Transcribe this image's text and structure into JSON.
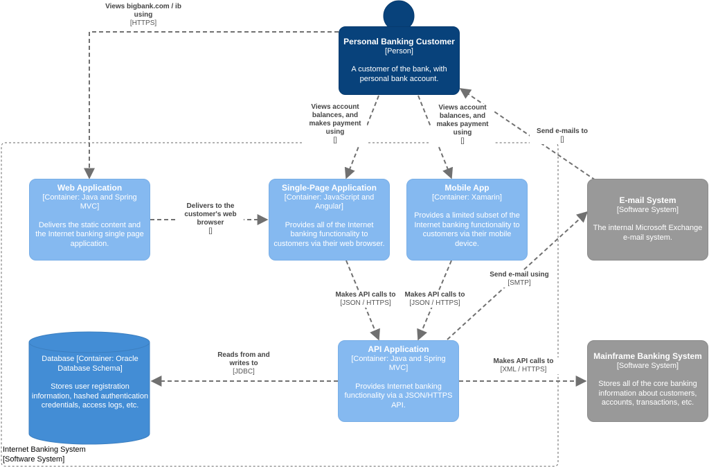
{
  "boundary": {
    "name": "Internet Banking System",
    "type": "[Software System]"
  },
  "person": {
    "name": "Personal Banking Customer",
    "type": "[Person]",
    "desc": "A customer of the bank, with personal bank account."
  },
  "web_app": {
    "name": "Web Application",
    "type": "[Container: Java and Spring MVC]",
    "desc": "Delivers the static content and the Internet banking single page application."
  },
  "spa": {
    "name": "Single-Page Application",
    "type": "[Container: JavaScript and Angular]",
    "desc": "Provides all of the Internet banking functionality to customers via their web browser."
  },
  "mobile": {
    "name": "Mobile App",
    "type": "[Container: Xamarin]",
    "desc": "Provides a limited subset of the Internet banking functionality to customers via their mobile device."
  },
  "api": {
    "name": "API Application",
    "type": "[Container: Java and Spring MVC]",
    "desc": "Provides Internet banking functionality via a JSON/HTTPS API."
  },
  "database": {
    "name": "Database",
    "type": "[Container: Oracle Database Schema]",
    "desc": "Stores user registration information, hashed authentication credentials, access logs, etc."
  },
  "email": {
    "name": "E-mail System",
    "type": "[Software System]",
    "desc": "The internal Microsoft Exchange e-mail system."
  },
  "mainframe": {
    "name": "Mainframe Banking System",
    "type": "[Software System]",
    "desc": "Stores all of the core banking information about customers, accounts, transactions, etc."
  },
  "rels": {
    "views_web": {
      "label": "Views bigbank.com / ib using",
      "tech": "[HTTPS]"
    },
    "views_spa": {
      "label": "Views account balances, and makes payment using",
      "tech": "[]"
    },
    "views_mobile": {
      "label": "Views account balances, and makes payment using",
      "tech": "[]"
    },
    "send_emails": {
      "label": "Send e-mails to",
      "tech": "[]"
    },
    "delivers": {
      "label": "Delivers to the customer's web browser",
      "tech": "[]"
    },
    "spa_api": {
      "label": "Makes API calls to",
      "tech": "[JSON / HTTPS]"
    },
    "mobile_api": {
      "label": "Makes API calls to",
      "tech": "[JSON / HTTPS]"
    },
    "send_email_smtp": {
      "label": "Send e-mail using",
      "tech": "[SMTP]"
    },
    "reads_db": {
      "label": "Reads from and writes to",
      "tech": "[JDBC]"
    },
    "api_mainframe": {
      "label": "Makes API calls to",
      "tech": "[XML / HTTPS]"
    }
  }
}
